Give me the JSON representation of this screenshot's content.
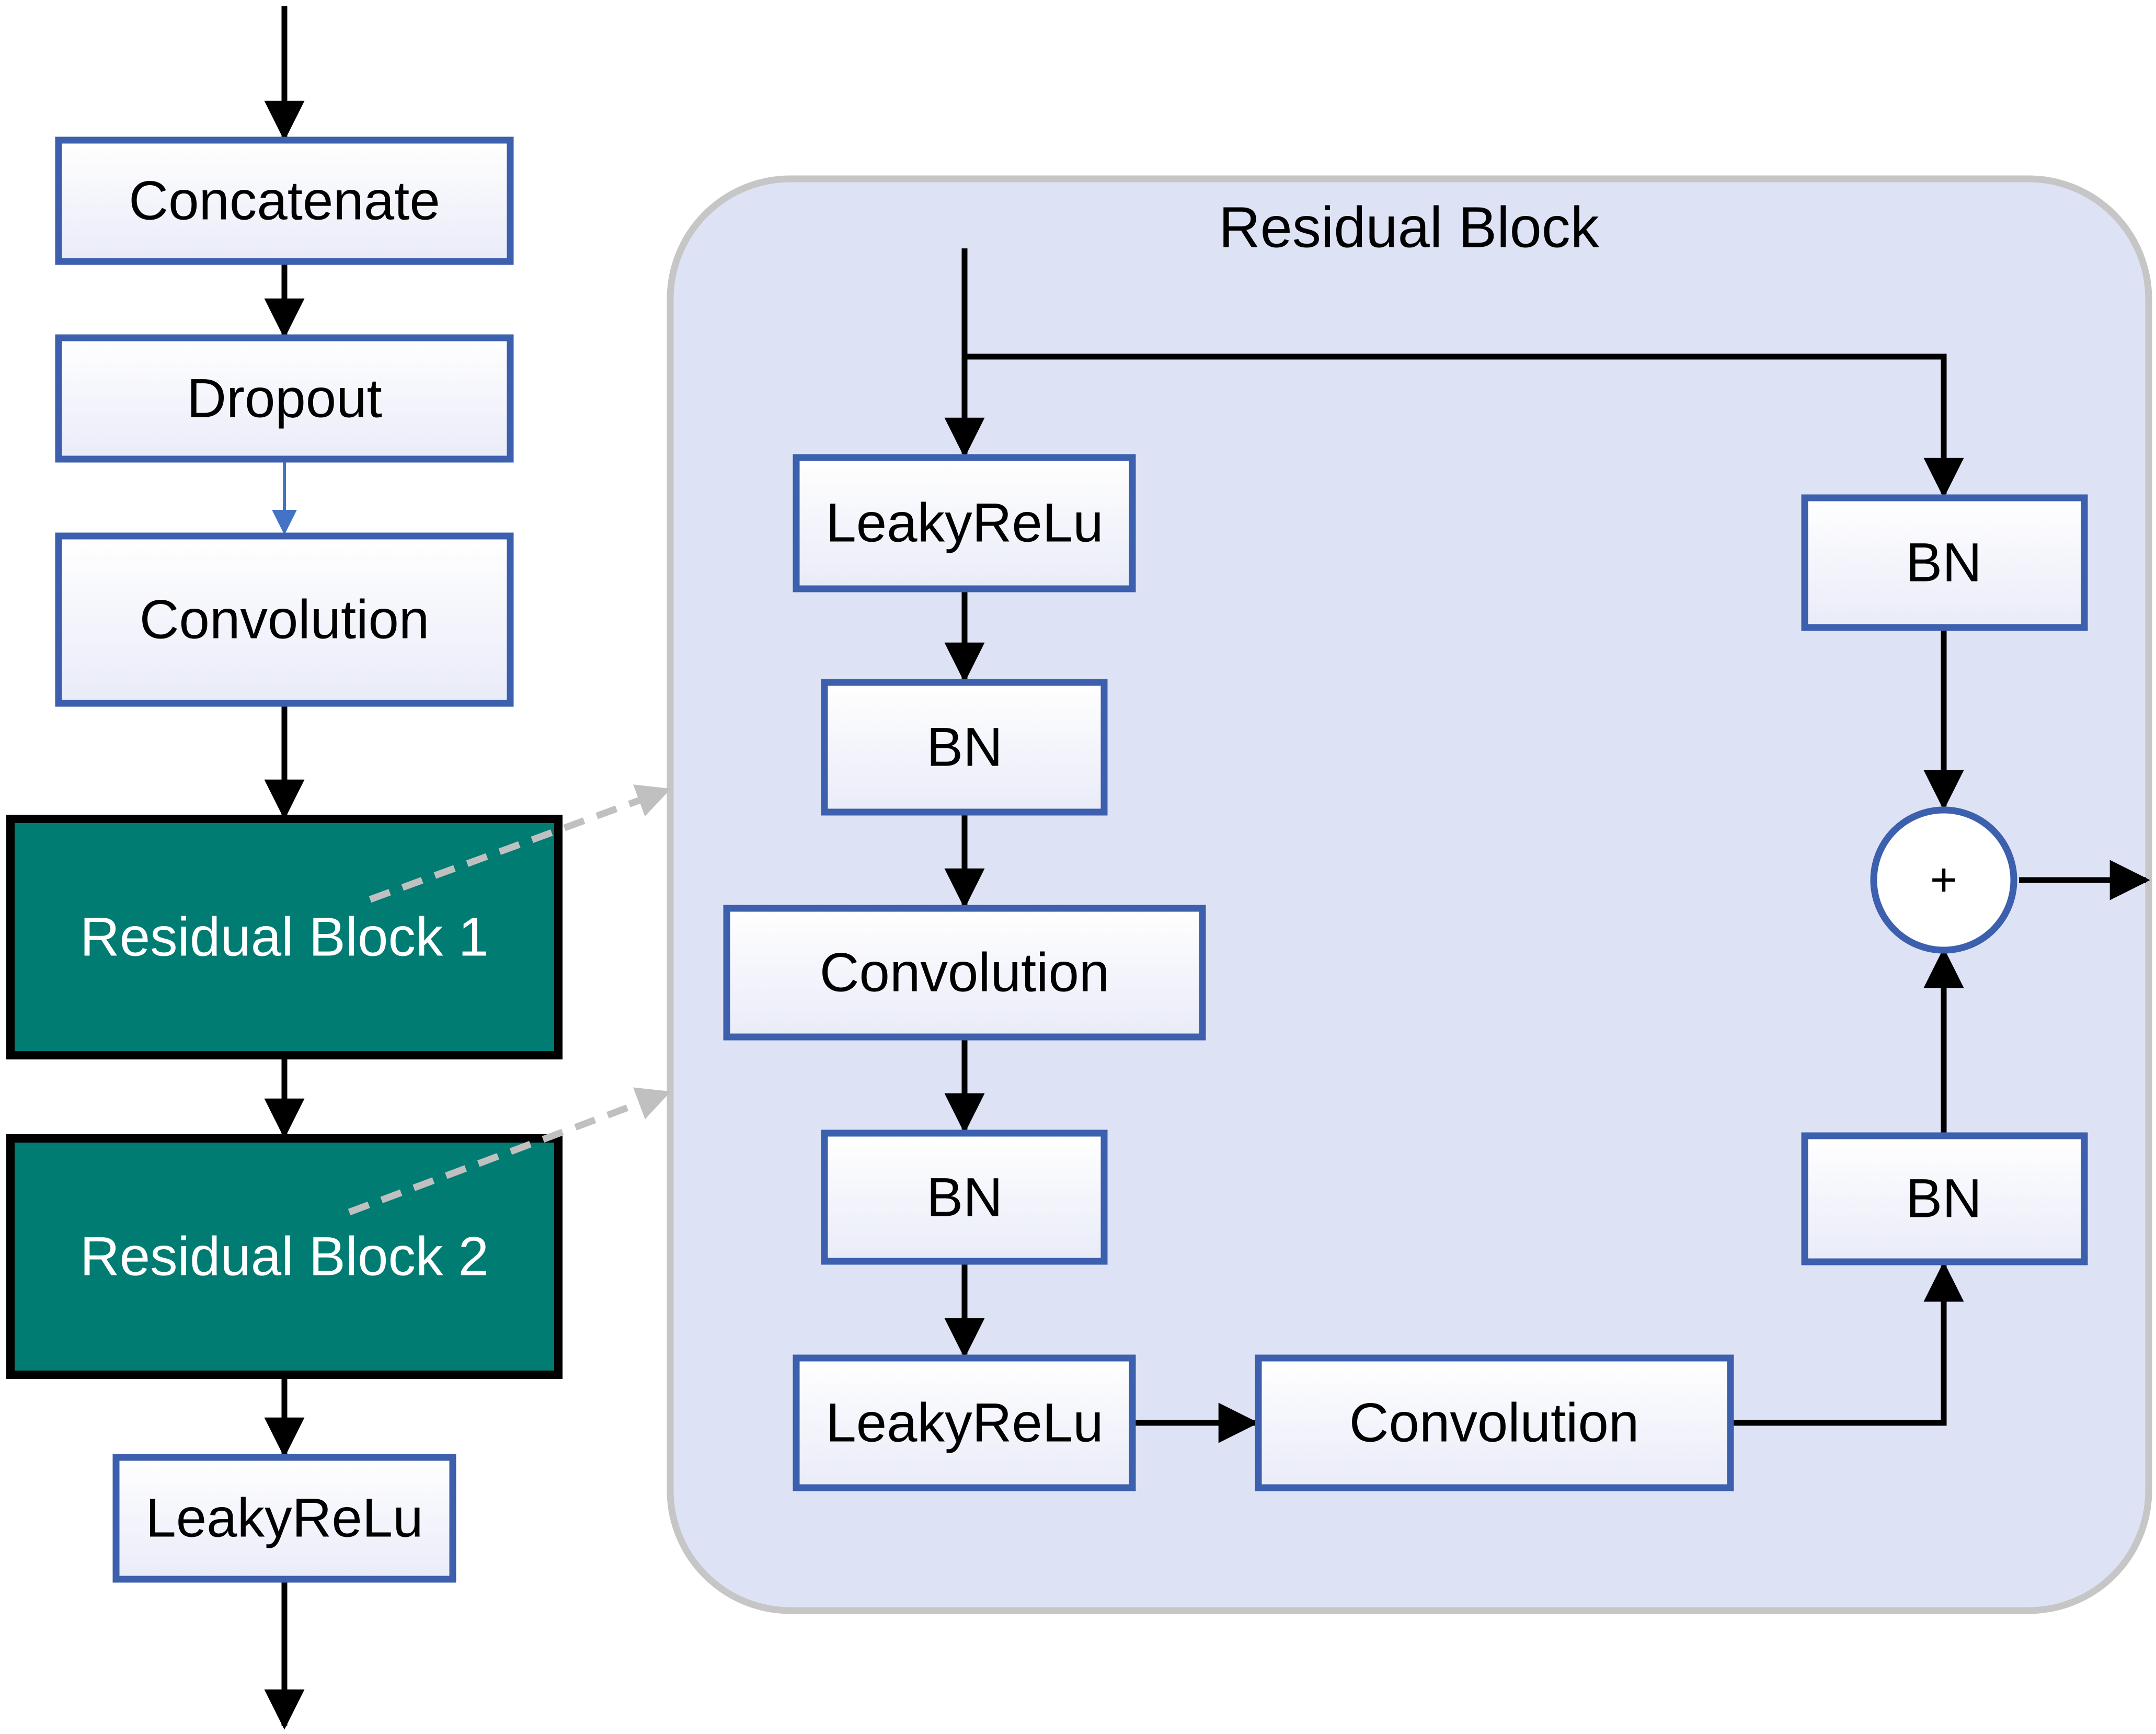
{
  "colors": {
    "box_border": "#3c5fae",
    "box_fill_top": "#ffffff",
    "box_fill_bottom": "#e9ebf8",
    "residual_fill": "#007c73",
    "residual_border": "#000000",
    "residual_text": "#ffffff",
    "panel_fill": "#dde2f4",
    "panel_border": "#c6c6c6",
    "arrow": "#000000",
    "arrow_blue": "#4472c4",
    "dashed": "#c0c0c0"
  },
  "left_column": {
    "concatenate": "Concatenate",
    "dropout": "Dropout",
    "convolution": "Convolution",
    "residual_block_1": "Residual Block 1",
    "residual_block_2": "Residual Block 2",
    "leakyrelu": "LeakyReLu"
  },
  "residual_panel": {
    "title": "Residual Block",
    "leakyrelu_1": "LeakyReLu",
    "bn_1": "BN",
    "convolution_1": "Convolution",
    "bn_2": "BN",
    "leakyrelu_2": "LeakyReLu",
    "convolution_2": "Convolution",
    "bn_3": "BN",
    "bn_shortcut": "BN",
    "add_symbol": "+"
  }
}
